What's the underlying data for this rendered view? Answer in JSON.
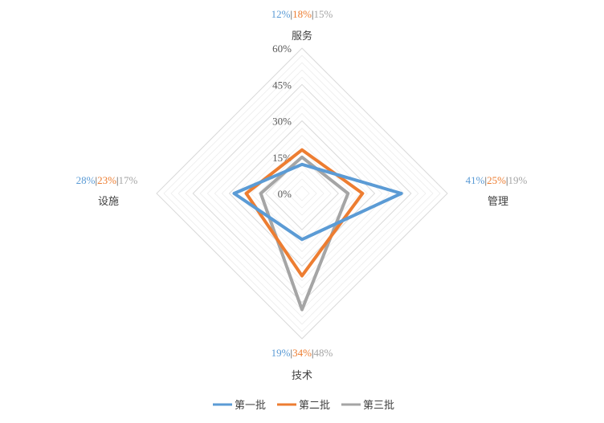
{
  "chart_data": {
    "type": "radar",
    "axes": [
      "服务",
      "管理",
      "技术",
      "设施"
    ],
    "r_ticks": [
      "0%",
      "15%",
      "30%",
      "45%",
      "60%"
    ],
    "r_max": 60,
    "r_min": 0,
    "grid": true,
    "legend_position": "bottom",
    "series": [
      {
        "name": "第一批",
        "color": "#5B9BD5",
        "values": [
          12,
          41,
          19,
          28
        ],
        "labels": [
          "12%",
          "41%",
          "19%",
          "28%"
        ]
      },
      {
        "name": "第二批",
        "color": "#ED7D31",
        "values": [
          18,
          25,
          34,
          23
        ],
        "labels": [
          "18%",
          "25%",
          "34%",
          "23%"
        ]
      },
      {
        "name": "第三批",
        "color": "#A5A5A5",
        "values": [
          15,
          19,
          48,
          17
        ],
        "labels": [
          "15%",
          "19%",
          "48%",
          "17%"
        ]
      }
    ],
    "label_separator": "|",
    "separator_color": "#404040"
  }
}
